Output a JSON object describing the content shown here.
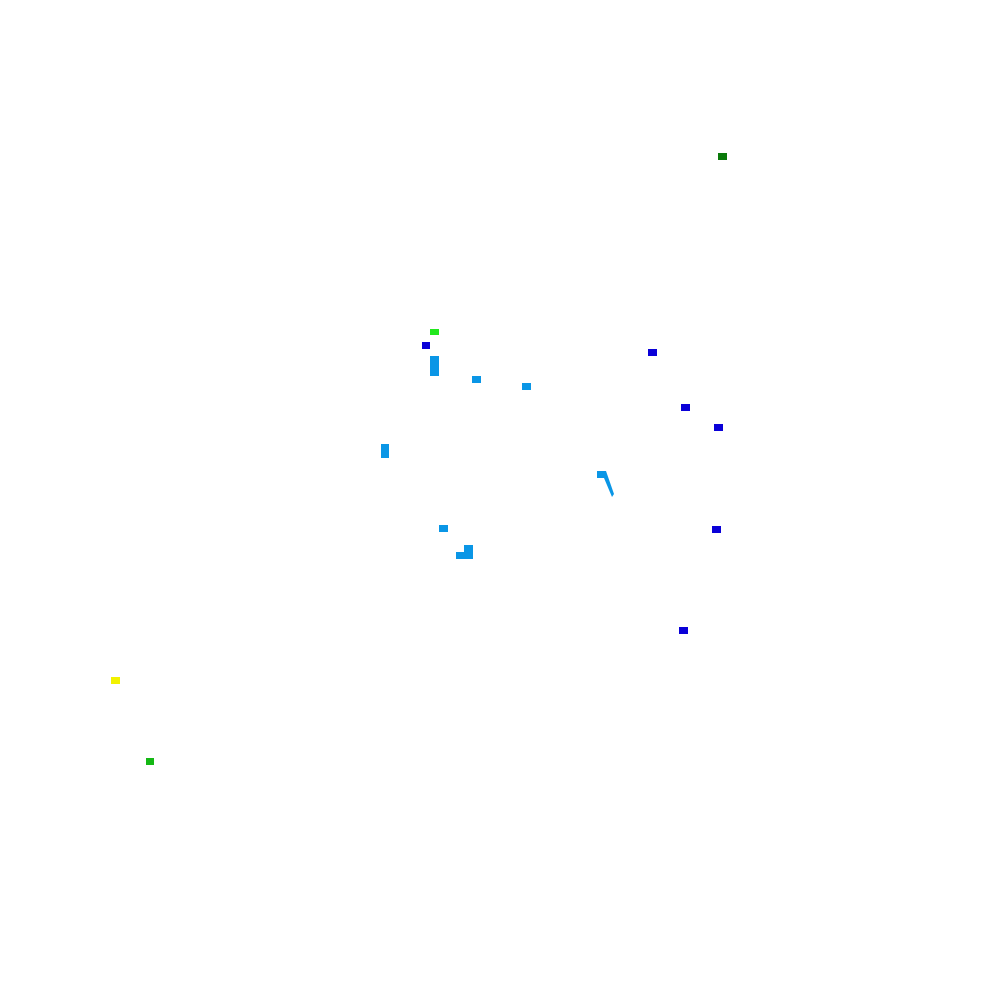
{
  "background": "#ffffff",
  "palette": {
    "dark_green": "#0a7a0a",
    "bright_green": "#22e81e",
    "mid_green": "#14b814",
    "yellow": "#f2f200",
    "blue": "#0a00d8",
    "sky_blue": "#0a96e6"
  },
  "elements": {
    "markers": [
      {
        "name": "marker-dark-green",
        "color": "dark_green"
      },
      {
        "name": "marker-bright-green",
        "color": "bright_green"
      },
      {
        "name": "marker-yellow",
        "color": "yellow"
      },
      {
        "name": "marker-green-small",
        "color": "mid_green"
      },
      {
        "name": "marker-blue",
        "color": "blue"
      },
      {
        "name": "marker-blue",
        "color": "blue"
      },
      {
        "name": "marker-blue",
        "color": "blue"
      },
      {
        "name": "marker-blue",
        "color": "blue"
      },
      {
        "name": "marker-blue",
        "color": "blue"
      },
      {
        "name": "marker-blue",
        "color": "blue"
      },
      {
        "name": "marker-sky-blue",
        "color": "sky_blue"
      },
      {
        "name": "marker-sky-blue",
        "color": "sky_blue"
      },
      {
        "name": "marker-sky-blue",
        "color": "sky_blue"
      },
      {
        "name": "marker-sky-blue",
        "color": "sky_blue"
      },
      {
        "name": "marker-sky-blue",
        "color": "sky_blue"
      },
      {
        "name": "marker-sky-blue",
        "color": "sky_blue"
      },
      {
        "name": "marker-sky-blue-hook",
        "color": "sky_blue"
      }
    ]
  }
}
